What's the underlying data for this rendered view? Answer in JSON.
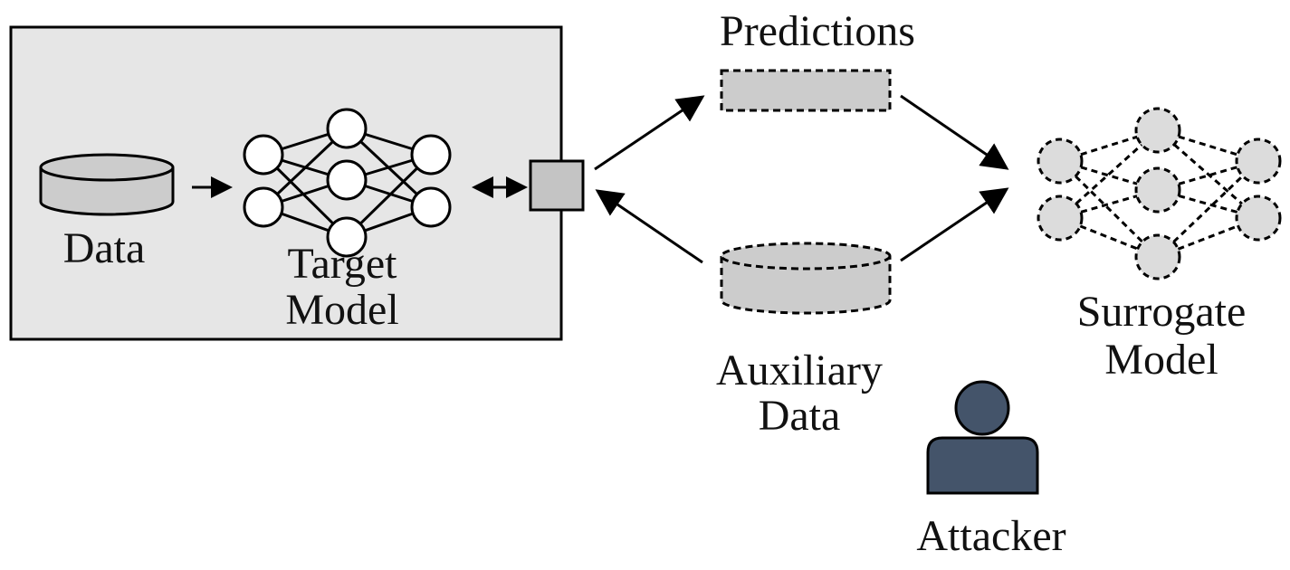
{
  "labels": {
    "data": "Data",
    "target_line1": "Target",
    "target_line2": "Model",
    "predictions": "Predictions",
    "auxiliary_line1": "Auxiliary",
    "auxiliary_line2": "Data",
    "surrogate_line1": "Surrogate",
    "surrogate_line2": "Model",
    "attacker": "Attacker"
  },
  "colors": {
    "box_fill": "#e6e6e6",
    "component_fill": "#cccccc",
    "node_fill_target": "#ffffff",
    "node_fill_surrogate": "#dcdcdc",
    "attacker_fill": "#44546a",
    "stroke": "#000000"
  },
  "icons": {
    "database": "database-cylinder-icon",
    "network": "neural-network-icon",
    "attacker": "person-icon"
  }
}
